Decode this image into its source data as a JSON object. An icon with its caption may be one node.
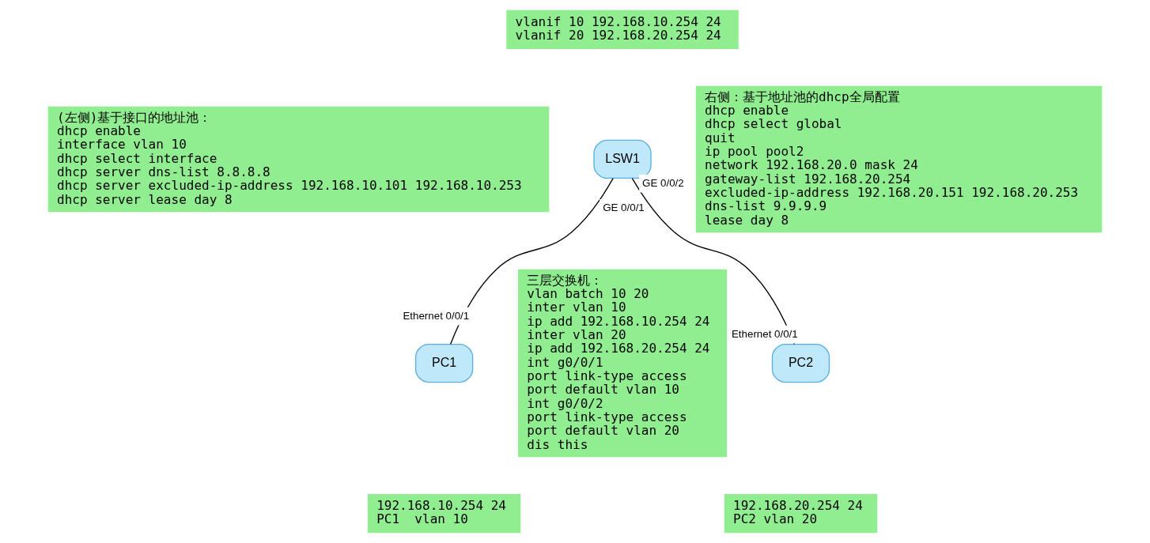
{
  "diagram": {
    "nodes": [
      {
        "text": [
          "vlanif 10 192.168.10.254 24",
          "vlanif 20 192.168.20.254 24"
        ]
      },
      {
        "text": [
          "LSW1"
        ],
        "beside": [
          "GE 0/0/1",
          "GE 0/0/2"
        ]
      },
      {
        "text": [
          "(左侧)基于接口的地址池：",
          "dhcp enable",
          "interface vlan 10",
          "dhcp select interface",
          "dhcp server dns-list 8.8.8.8",
          "dhcp server excluded-ip-address 192.168.10.101 192.168.10.253",
          "dhcp server lease day 8"
        ]
      },
      {
        "text": [
          "右侧：基于地址池的dhcp全局配置",
          "dhcp enable",
          "dhcp select global",
          "quit",
          "ip pool pool2",
          "network 192.168.20.0 mask 24",
          "gateway-list 192.168.20.254",
          "excluded-ip-address 192.168.20.151 192.168.20.253",
          "dns-list 9.9.9.9",
          "lease day 8"
        ]
      },
      {
        "text": [
          "三层交换机：",
          "vlan batch 10 20",
          "inter vlan 10",
          "ip add 192.168.10.254 24",
          "inter vlan 20",
          "ip add 192.168.20.254 24",
          "int g0/0/1",
          "port link-type access",
          "port default vlan 10",
          "int g0/0/2",
          "port link-type access",
          "port default vlan 20",
          "dis this"
        ]
      },
      {
        "text": [
          "PC1"
        ],
        "beside": [
          "Ethernet 0/0/1"
        ]
      },
      {
        "text": [
          "PC2"
        ],
        "beside": [
          "Ethernet 0/0/1"
        ]
      },
      {
        "text": [
          "192.168.10.254 24",
          "PC1  vlan 10"
        ]
      },
      {
        "text": [
          "192.168.20.254 24",
          "PC2 vlan 20"
        ]
      }
    ],
    "edges": [
      {
        "from": 1,
        "to": 5,
        "arrow": "none"
      },
      {
        "from": 1,
        "to": 6,
        "arrow": "none"
      }
    ]
  }
}
